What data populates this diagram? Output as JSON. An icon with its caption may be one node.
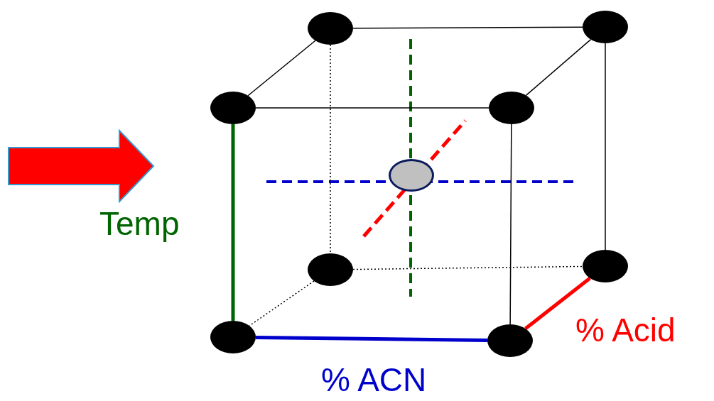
{
  "diagram": {
    "nodes": [
      {
        "text": [],
        "shape": "circle"
      },
      {
        "text": [],
        "shape": "circle"
      },
      {
        "text": [],
        "shape": "circle"
      },
      {
        "text": [],
        "shape": "circle"
      },
      {
        "text": [],
        "shape": "circle"
      },
      {
        "text": [],
        "shape": "circle"
      },
      {
        "text": [],
        "shape": "circle"
      },
      {
        "text": [],
        "shape": "circle"
      },
      {
        "text": [],
        "shape": "circle"
      }
    ],
    "edges": [
      {
        "from": 0,
        "to": 1,
        "arrow": "none"
      },
      {
        "from": 0,
        "to": 2,
        "arrow": "none"
      },
      {
        "from": 1,
        "to": 3,
        "arrow": "none"
      },
      {
        "from": 2,
        "to": 3,
        "arrow": "none"
      },
      {
        "from": 1,
        "to": 6,
        "arrow": "none"
      },
      {
        "from": 3,
        "to": 8,
        "arrow": "none"
      },
      {
        "from": 0,
        "to": 5,
        "arrow": "none",
        "style": "dashed"
      },
      {
        "from": 5,
        "to": 6,
        "arrow": "none",
        "style": "dashed"
      },
      {
        "from": 5,
        "to": 7,
        "arrow": "none",
        "style": "dashed"
      },
      {
        "from": 2,
        "to": 7,
        "arrow": "none",
        "label": "Temp",
        "style": "thick",
        "color": "#006400"
      },
      {
        "from": 7,
        "to": 8,
        "arrow": "none",
        "label": "% ACN",
        "style": "thick",
        "color": "#0000cc"
      },
      {
        "from": 8,
        "to": 6,
        "arrow": "none",
        "label": "% Acid",
        "style": "thick",
        "color": "#ff0000"
      }
    ]
  }
}
